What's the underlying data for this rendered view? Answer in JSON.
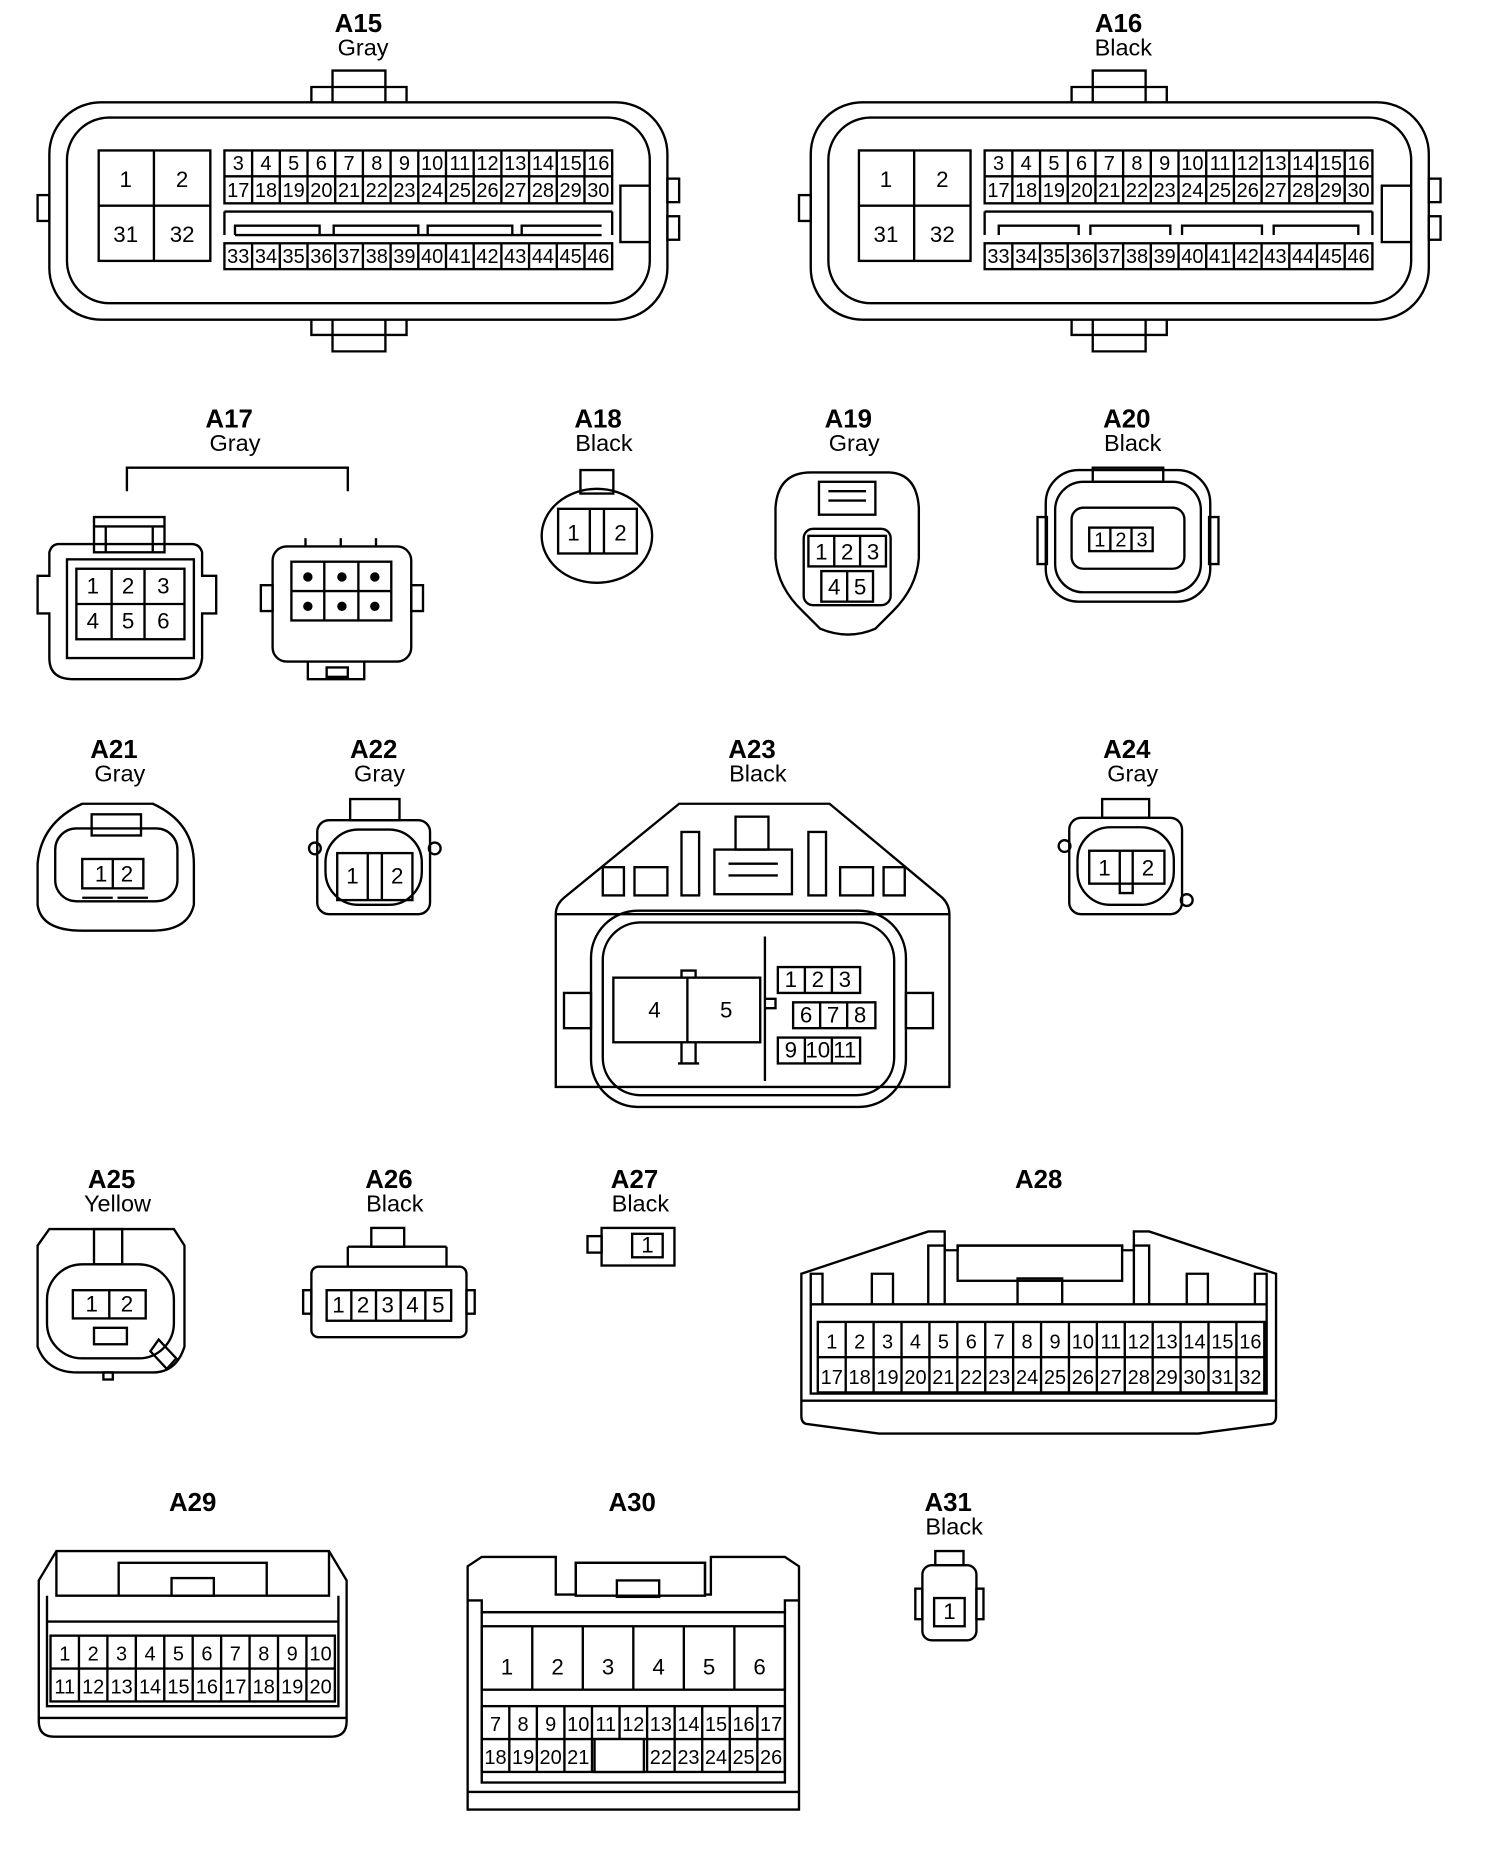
{
  "connectors": [
    {
      "id": "A15",
      "color": "Gray"
    },
    {
      "id": "A16",
      "color": "Black"
    },
    {
      "id": "A17",
      "color": "Gray"
    },
    {
      "id": "A18",
      "color": "Black"
    },
    {
      "id": "A19",
      "color": "Gray"
    },
    {
      "id": "A20",
      "color": "Black"
    },
    {
      "id": "A21",
      "color": "Gray"
    },
    {
      "id": "A22",
      "color": "Gray"
    },
    {
      "id": "A23",
      "color": "Black"
    },
    {
      "id": "A24",
      "color": "Gray"
    },
    {
      "id": "A25",
      "color": "Yellow"
    },
    {
      "id": "A26",
      "color": "Black"
    },
    {
      "id": "A27",
      "color": "Black"
    },
    {
      "id": "A28",
      "color": ""
    },
    {
      "id": "A29",
      "color": ""
    },
    {
      "id": "A30",
      "color": ""
    },
    {
      "id": "A31",
      "color": "Black"
    }
  ]
}
